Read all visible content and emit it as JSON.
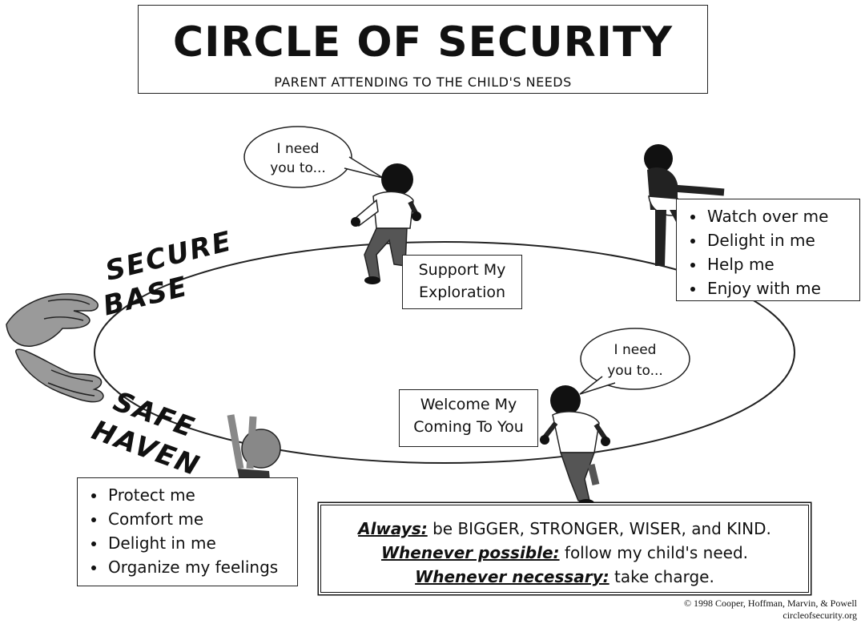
{
  "title": "CIRCLE OF SECURITY",
  "subtitle": "PARENT ATTENDING TO THE CHILD'S NEEDS",
  "secure_base": [
    "SECURE",
    "BASE"
  ],
  "safe_haven": [
    "SAFE",
    "HAVEN"
  ],
  "bubble_top": [
    "I need",
    "you to..."
  ],
  "bubble_right": [
    "I need",
    "you to..."
  ],
  "support_box": [
    "Support My",
    "Exploration"
  ],
  "welcome_box": [
    "Welcome My",
    "Coming To You"
  ],
  "right_list": [
    "Watch over me",
    "Delight in me",
    "Help me",
    "Enjoy with me"
  ],
  "left_list": [
    "Protect me",
    "Comfort me",
    "Delight in me",
    "Organize my feelings"
  ],
  "bottom": {
    "line1_label": "Always:",
    "line1_text": " be BIGGER, STRONGER, WISER, and KIND.",
    "line2_label": "Whenever possible:",
    "line2_text": " follow my child's need.",
    "line3_label": "Whenever necessary:",
    "line3_text": " take charge."
  },
  "copyright": [
    "© 1998 Cooper, Hoffman, Marvin, & Powell",
    "circleofsecurity.org"
  ]
}
